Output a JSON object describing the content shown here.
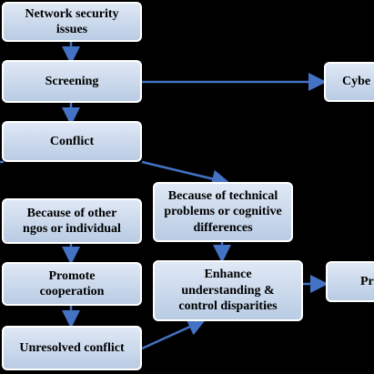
{
  "nodes": {
    "network_security": "Network security\nissues",
    "screening": "Screening",
    "cyber": "Cybe",
    "conflict": "Conflict",
    "other_ngos": "Because of other\nngos or individual",
    "technical_problems": "Because of technical\nproblems or cognitive\ndifferences",
    "promote_cooperation": "Promote\ncooperation",
    "enhance_understanding": "Enhance\nunderstanding &\ncontrol disparities",
    "pr": "Pr",
    "unresolved_conflict": "Unresolved conflict"
  },
  "colors": {
    "background": "#000000",
    "box_fill_top": "#dfe8f5",
    "box_fill_bottom": "#b9cce4",
    "box_border": "#ffffff",
    "arrow": "#4472c4",
    "text": "#000000"
  }
}
